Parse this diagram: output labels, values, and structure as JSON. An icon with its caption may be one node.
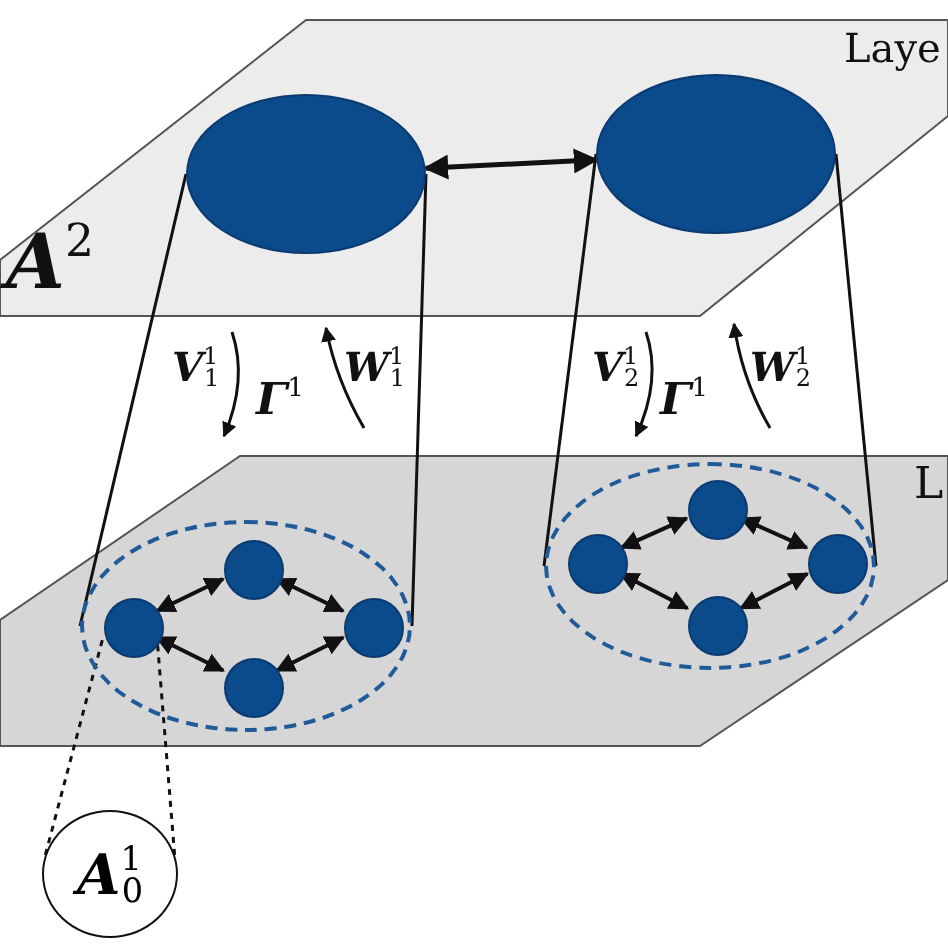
{
  "diagram": {
    "nodes": [
      {
        "text": [],
        "shape": "ellipse"
      },
      {
        "text": [],
        "shape": "ellipse"
      },
      {
        "text": [],
        "shape": "ellipse"
      },
      {
        "text": [],
        "shape": "circle",
        "in": 2
      },
      {
        "text": [],
        "shape": "circle",
        "in": 2
      },
      {
        "text": [],
        "shape": "circle",
        "in": 2
      },
      {
        "text": [],
        "shape": "circle",
        "in": 2
      },
      {
        "text": [],
        "shape": "ellipse"
      },
      {
        "text": [],
        "shape": "circle",
        "in": 7
      },
      {
        "text": [],
        "shape": "circle",
        "in": 7
      },
      {
        "text": [],
        "shape": "circle",
        "in": 7
      },
      {
        "text": [],
        "shape": "circle",
        "in": 7
      },
      {
        "text": [
          "**A**$^{1}$$_{0}$"
        ]
      }
    ],
    "edges": [
      {
        "from": 0,
        "to": 1,
        "arrow": "both"
      },
      {
        "from": 3,
        "to": 4,
        "arrow": "both"
      },
      {
        "from": 4,
        "to": 5,
        "arrow": "both"
      },
      {
        "from": 3,
        "to": 6,
        "arrow": "both"
      },
      {
        "from": 6,
        "to": 5,
        "arrow": "both"
      },
      {
        "from": 8,
        "to": 9,
        "arrow": "both"
      },
      {
        "from": 9,
        "to": 10,
        "arrow": "both"
      },
      {
        "from": 8,
        "to": 11,
        "arrow": "both"
      },
      {
        "from": 11,
        "to": 10,
        "arrow": "both"
      },
      {
        "from": 0,
        "to": 2,
        "arrow": "none"
      },
      {
        "from": 0,
        "to": 2,
        "arrow": "none"
      },
      {
        "from": 1,
        "to": 7,
        "arrow": "none"
      },
      {
        "from": 1,
        "to": 7,
        "arrow": "none"
      },
      {
        "from": 12,
        "to": 3,
        "arrow": "none",
        "style": "dashed"
      },
      {
        "from": 12,
        "to": 3,
        "arrow": "none",
        "style": "dashed"
      }
    ],
    "labels": [
      "Laye",
      "**A**$^{2}$",
      "**V**$^{1}$$_{1}$",
      "**Γ**$^{1}$",
      "**W**$^{1}$$_{1}$",
      "**V**$^{1}$$_{2}$",
      "**Γ**$^{1}$",
      "**W**$^{1}$$_{2}$",
      "L"
    ]
  }
}
